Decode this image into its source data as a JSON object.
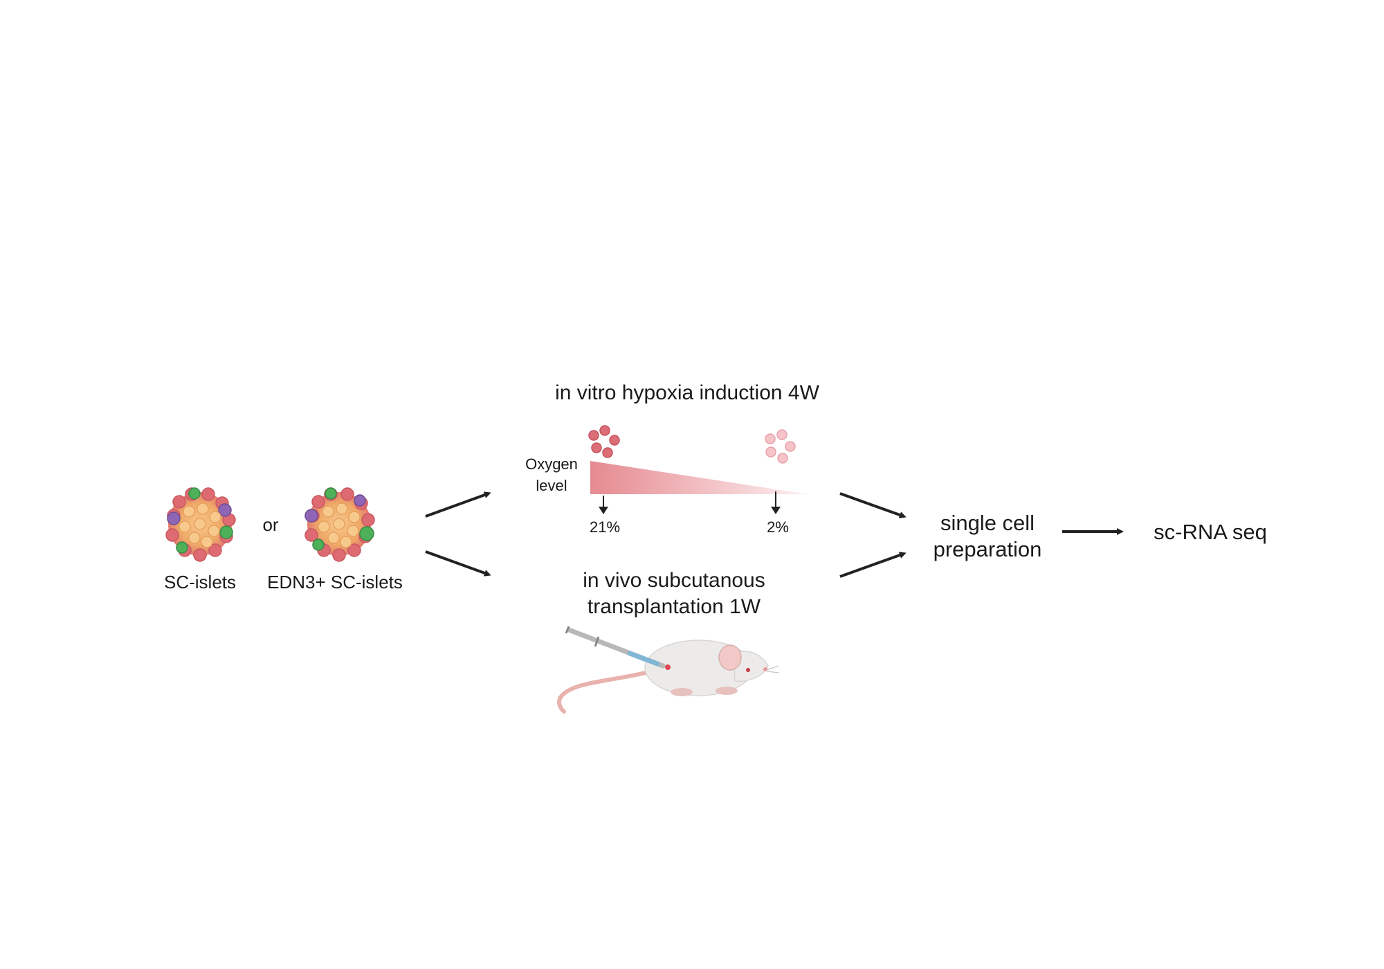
{
  "labels": {
    "sc_islets": "SC-islets",
    "or": "or",
    "edn3_sc_islets": "EDN3+ SC-islets",
    "in_vitro_title": "in vitro hypoxia induction 4W",
    "oxygen_line1": "Oxygen",
    "oxygen_line2": "level",
    "pct_high": "21%",
    "pct_low": "2%",
    "in_vivo_line1": "in vivo subcutanous",
    "in_vivo_line2": "transplantation 1W",
    "single_cell_line1": "single cell",
    "single_cell_line2": "preparation",
    "sc_rna_seq": "sc-RNA seq"
  },
  "colors": {
    "arrow": "#222222",
    "gradient_start": "#e58a90",
    "gradient_end": "#fbe8ea",
    "cell_high": "#dc6e78",
    "cell_low": "#f6c3c9",
    "islet_core": "#f2b36b",
    "islet_red": "#df6b72",
    "islet_purple": "#8e66b5",
    "islet_green": "#4fb05a",
    "mouse_body": "#ecebea",
    "mouse_tail": "#e9b2ad"
  }
}
